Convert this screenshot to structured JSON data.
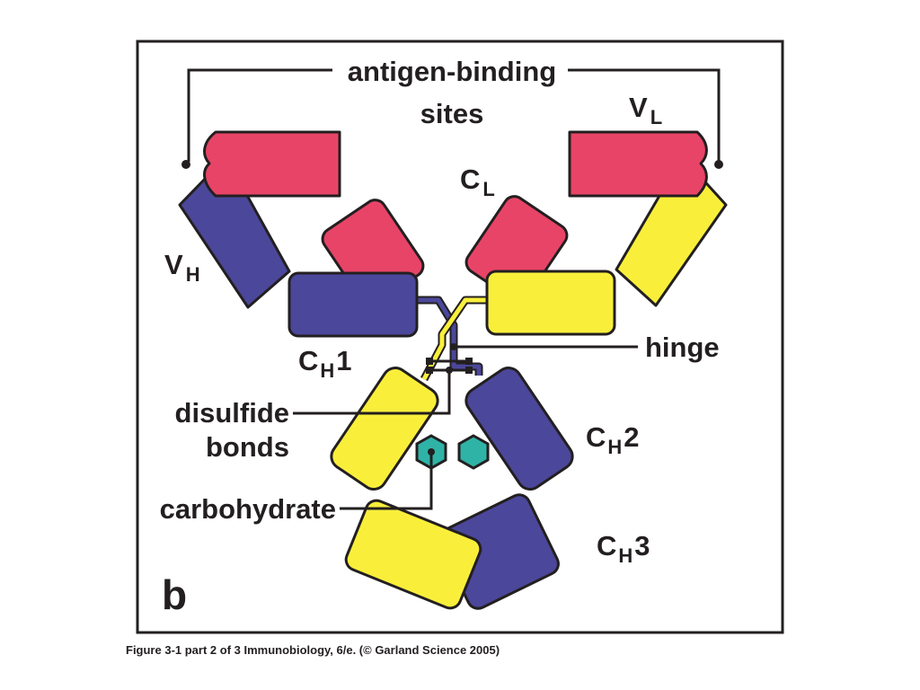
{
  "figure": {
    "panel_letter": "b",
    "labels": {
      "antigen_binding_line1": "antigen-binding",
      "antigen_binding_line2": "sites",
      "vl_main": "V",
      "vl_sub": "L",
      "cl_main": "C",
      "cl_sub": "L",
      "vh_main": "V",
      "vh_sub": "H",
      "ch1_main": "C",
      "ch1_sub": "H",
      "ch1_num": "1",
      "hinge": "hinge",
      "disulfide_line1": "disulfide",
      "disulfide_line2": "bonds",
      "ch2_main": "C",
      "ch2_sub": "H",
      "ch2_num": "2",
      "carbohydrate": "carbohydrate",
      "ch3_main": "C",
      "ch3_sub": "H",
      "ch3_num": "3"
    },
    "colors": {
      "heavy_chain": "#4b479a",
      "light_chain_variable_constant": "#e84467",
      "second_heavy_chain": "#f9ef3b",
      "carbohydrate": "#2fb3a6",
      "outline": "#231f20"
    }
  },
  "caption": "Figure 3-1 part 2 of 3  Immunobiology, 6/e. (© Garland Science 2005)"
}
